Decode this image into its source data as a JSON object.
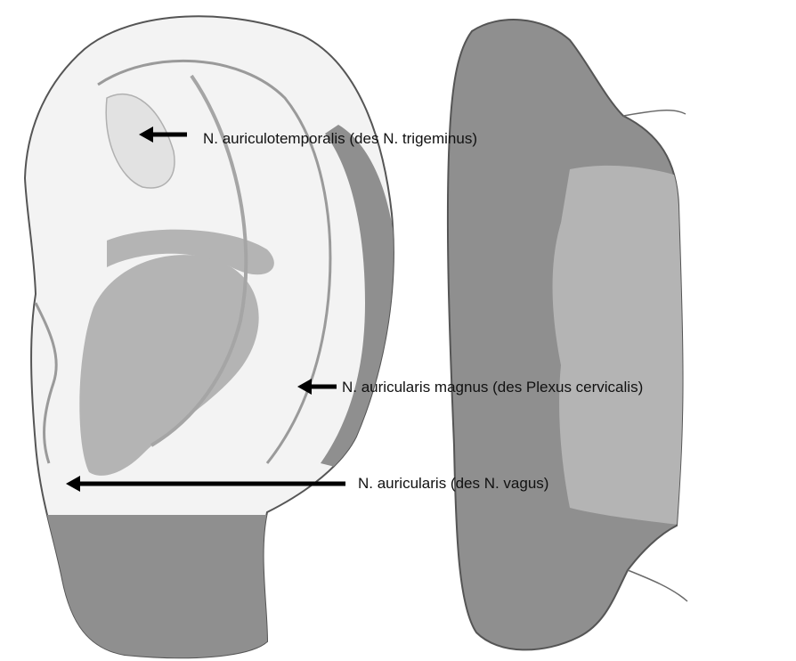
{
  "diagram": {
    "labels": {
      "auriculotemporalis": "N. auriculotemporalis (des N. trigeminus)",
      "auricularis_magnus": "N. auricularis magnus (des Plexus cervicalis)",
      "auricularis_vagus": "N. auricularis (des N. vagus)"
    },
    "colors": {
      "background": "#ffffff",
      "light_region": "#f3f3f3",
      "mid_region": "#b4b4b4",
      "dark_region": "#8f8f8f",
      "outline": "#555555",
      "arrow": "#000000"
    }
  }
}
